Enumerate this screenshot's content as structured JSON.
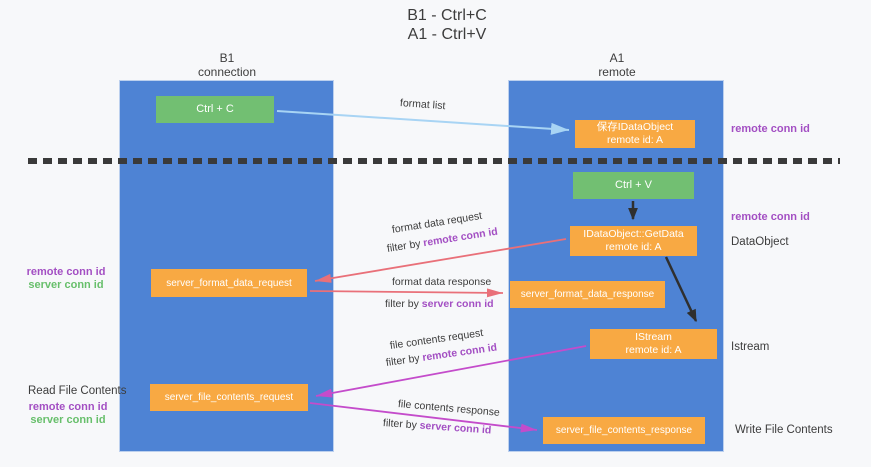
{
  "title": {
    "line1": "B1 - Ctrl+C",
    "line2": "A1 - Ctrl+V"
  },
  "columns": {
    "left": {
      "name": "B1",
      "role": "connection"
    },
    "right": {
      "name": "A1",
      "role": "remote"
    }
  },
  "boxes": {
    "ctrl_c": {
      "label": "Ctrl + C"
    },
    "save_idataobject": {
      "line1": "保存IDataObject",
      "line2": "remote id: A"
    },
    "ctrl_v": {
      "label": "Ctrl + V"
    },
    "getdata": {
      "line1": "IDataObject::GetData",
      "line2": "remote id: A"
    },
    "istream": {
      "line1": "IStream",
      "line2": "remote id: A"
    },
    "server_format_data_request": {
      "label": "server_format_data_request"
    },
    "server_format_data_response": {
      "label": "server_format_data_response"
    },
    "server_file_contents_request": {
      "label": "server_file_contents_request"
    },
    "server_file_contents_response": {
      "label": "server_file_contents_response"
    }
  },
  "arrows": {
    "format_list": {
      "label": "format list"
    },
    "format_data_request": {
      "label": "format data request",
      "filter_prefix": "filter by ",
      "filter_key": "remote conn id"
    },
    "format_data_response": {
      "label": "format data response",
      "filter_prefix": "filter by ",
      "filter_key": "server conn id"
    },
    "file_contents_request": {
      "label": "file contents request",
      "filter_prefix": "filter by ",
      "filter_key": "remote conn id"
    },
    "file_contents_response": {
      "label": "file contents response",
      "filter_prefix": "filter by ",
      "filter_key": "server conn id"
    }
  },
  "side_labels": {
    "right_remote_conn_id_top": "remote conn id",
    "right_remote_conn_id_mid": "remote conn id",
    "dataobject": "DataObject",
    "istream": "Istream",
    "write_file_contents": "Write File Contents",
    "left_remote_conn_id_top": "remote conn id",
    "left_server_conn_id_top": "server conn id",
    "read_file_contents": "Read File Contents",
    "left_remote_conn_id_bottom": "remote conn id",
    "left_server_conn_id_bottom": "server conn id"
  },
  "colors": {
    "column_blue": "#4e83d4",
    "box_green": "#72bf72",
    "box_orange": "#f8a943",
    "arrow_lightblue": "#a8d4f4",
    "arrow_black": "#2f2f2f",
    "arrow_salmon": "#e97079",
    "arrow_magenta": "#c44ccb",
    "label_purple": "#a34fc3",
    "label_green": "#67bf6b",
    "dashed_divider": "#3a3a3a"
  }
}
